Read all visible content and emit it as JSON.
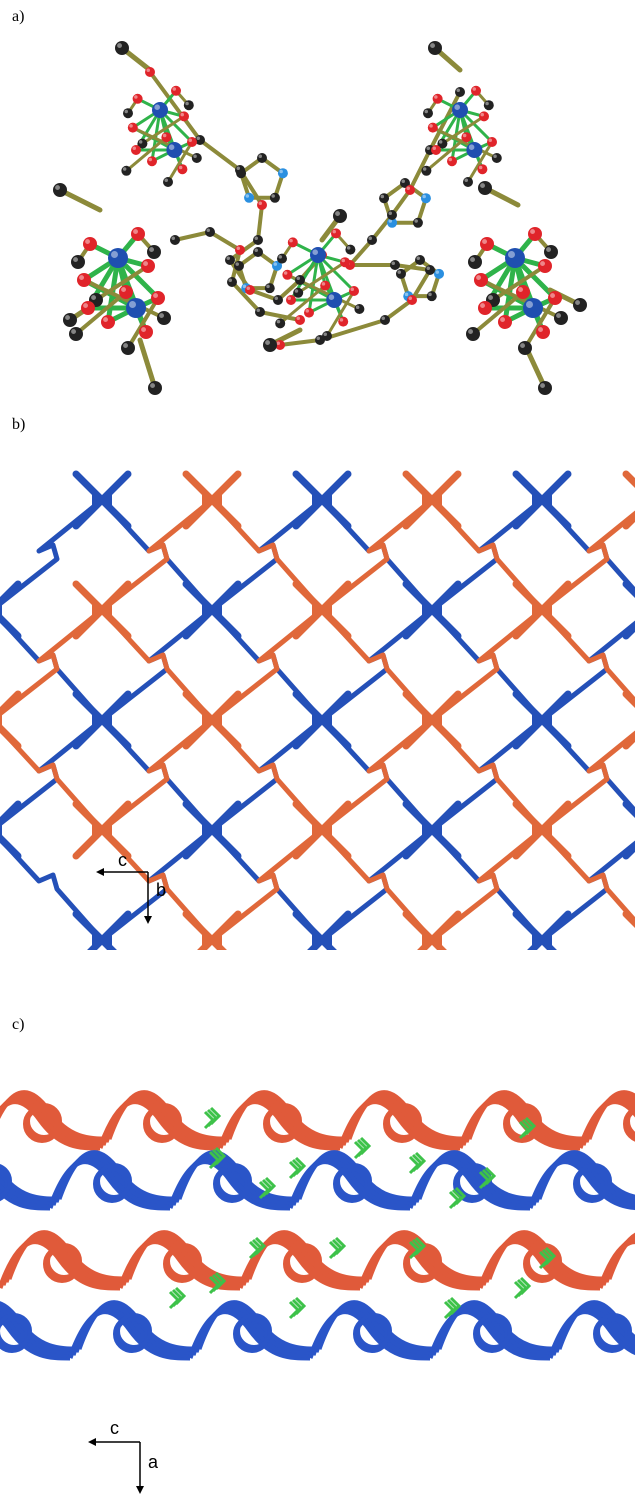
{
  "figure": {
    "panels": [
      {
        "label": "a)",
        "style": "ball-and-stick",
        "colors": {
          "metal": "#1f4fb0",
          "oxygen": "#e0242a",
          "carbon": "#222222",
          "nitrogen": "#2a8fe0",
          "coordination_bond": "#2fb34a",
          "organic_bond": "#8c8a3a"
        }
      },
      {
        "label": "b)",
        "style": "framework-sticks",
        "axes": {
          "horizontal": "c",
          "vertical": "b"
        },
        "colors": {
          "net_1": "#2450b8",
          "net_2": "#e0683a"
        }
      },
      {
        "label": "c)",
        "style": "packing-sticks",
        "axes": {
          "horizontal": "c",
          "vertical": "a"
        },
        "colors": {
          "layer_1": "#e05a3a",
          "layer_2": "#2a55c8",
          "guest": "#3ec24a"
        }
      }
    ]
  }
}
